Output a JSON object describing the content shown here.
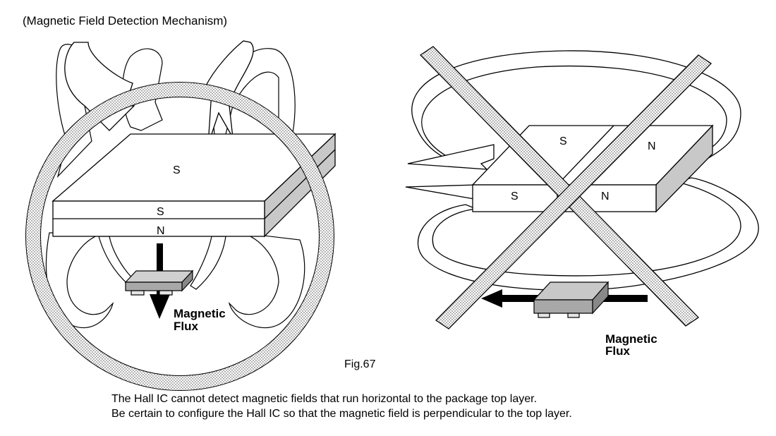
{
  "title": "(Magnetic Field Detection Mechanism)",
  "left_diagram": {
    "top_face_label": "S",
    "middle_label": "S",
    "bottom_label": "N",
    "flux_label_line1": "Magnetic",
    "flux_label_line2": "Flux"
  },
  "right_diagram": {
    "top_left_label": "S",
    "top_right_label": "N",
    "front_left_label": "S",
    "front_right_label": "N",
    "flux_label_line1": "Magnetic",
    "flux_label_line2": "Flux"
  },
  "caption": "Fig.67",
  "note": {
    "line1": "The Hall IC cannot detect magnetic fields that run horizontal to the package top layer.",
    "line2": "Be certain to configure the Hall IC so that the magnetic field is perpendicular to the top layer."
  }
}
